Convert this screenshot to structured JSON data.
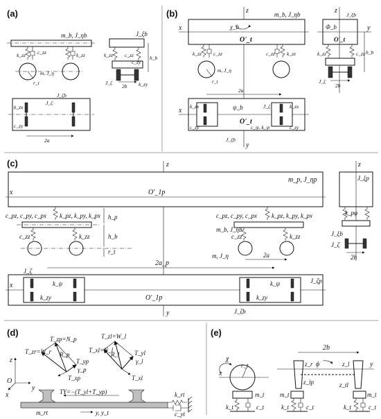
{
  "panels": {
    "a": {
      "label": "(a)",
      "carbody": "m_b, J_ηb",
      "bogie_front": "J_ξb",
      "wheelset": "m, J_η",
      "radius": "r_t",
      "kzz": "k_zz",
      "czz": "c_zz",
      "czy": "c_zy",
      "hb": "h_b",
      "jz": "J_ζ",
      "twob": "2b",
      "kzy": "k_zy",
      "plan_bogie": "J_ζb",
      "plan_jz": "J_ζ",
      "kzx": "k_zx",
      "czy2": "c_zy",
      "twoa": "2a"
    },
    "b": {
      "label": "(b)",
      "z": "z",
      "x": "x",
      "y": "y",
      "carbody": "m_b, J_ηb",
      "chi": "χ_b",
      "origin": "O'_t",
      "bogie_front": "J_ξb",
      "phi": "Φ_b",
      "kzz": "k_zz",
      "czz": "c_zz",
      "wheelset": "m, J_η",
      "radius": "r_t",
      "hb": "h_b",
      "jz": "J_ζ",
      "twob": "2b",
      "twoa": "2a",
      "psi": "ψ_b",
      "kpsi": "c_ψ, k_ψ",
      "czy": "c_zy",
      "kzx": "k_zx",
      "plan_bogie": "J_ζb",
      "plan_jz": "J_ζ"
    },
    "c": {
      "label": "(c)",
      "z": "z",
      "x": "x",
      "y": "y",
      "carbody": "m_p, J_ηp",
      "origin": "O'_1p",
      "front_box": "J_ξp",
      "cp": "c_pz, c_py, c_px",
      "kp": "k_pz, k_py, k_px",
      "hp": "h_p",
      "hb": "h_b",
      "rt": "r_t",
      "czz": "c_zz",
      "kzz": "k_zz",
      "bogie": "m_b, J_ηb",
      "wheelset": "m, J_η",
      "twoa": "2a",
      "twoap": "2a_p",
      "kphi": "k_pφ",
      "jxb": "J_ξb",
      "jz": "J_ζ",
      "twob": "2b",
      "kpsi": "k_ψ",
      "kzy": "k_zy",
      "plan_origin": "O'_1p",
      "plan_bogie": "J_ζb",
      "plan_box": "J_ζp",
      "plan_jz": "J_ζ"
    },
    "d": {
      "label": "(d)",
      "z": "z",
      "o": "O",
      "x": "x",
      "y": "y",
      "tzp": "T_zp=N_p",
      "tzr": "T_zr=W_r",
      "rp": "R_p",
      "typ": "T_yp",
      "gp": "γ_p",
      "txp": "T_xp",
      "tzl": "T_zl=W_l",
      "tl": "T_xl=N_l",
      "rl": "R_l",
      "tyl": "T_yl",
      "gl": "γ_l",
      "txl": "T_xl",
      "ty": "TY=−(T_yl+T_yp)",
      "mrt": "m_rt",
      "yt": "y, y_t",
      "krt": "k_rt",
      "crt": "c_yt"
    },
    "e": {
      "label": "(e)",
      "chi": "χ",
      "x": "x",
      "rt": "r_t",
      "mt": "m_t",
      "kt": "k_t",
      "ct": "c_t",
      "twob": "2b",
      "phi": "ϕ",
      "zr": "z_r",
      "zl": "z_l",
      "zlp": "z_lp",
      "ztl": "z_tl",
      "y": "y",
      "mt2": "m_t",
      "kt2": "k_t",
      "ct2": "c_t"
    }
  },
  "colors": {
    "line": "#111111",
    "rail_fill": "#bfbfbf",
    "frame": "#888888"
  }
}
